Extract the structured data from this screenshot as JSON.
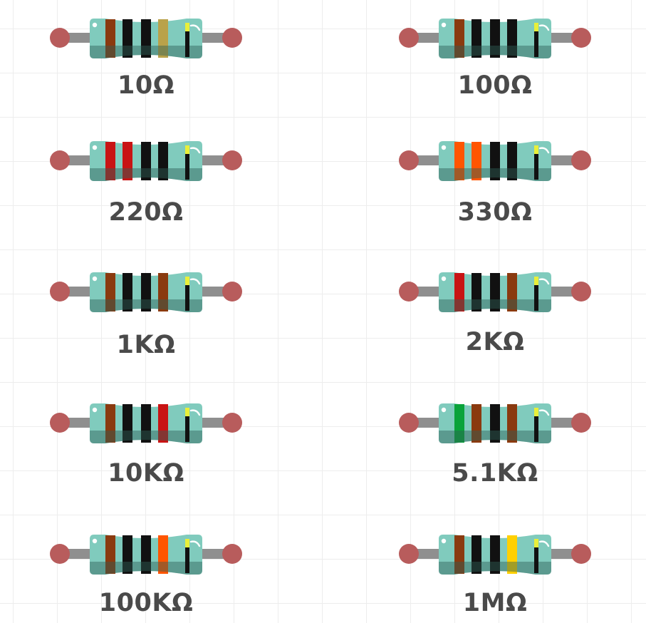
{
  "colors": {
    "lead": "#8f8f8f",
    "lead_tip": "#b85c5c",
    "body": "#80cbbd",
    "body_shadow": "#2f5f57",
    "highlight": "#ffffff",
    "tolerance_band_tip": "#e8ef3a"
  },
  "resistors": [
    {
      "label": "10Ω",
      "bands": [
        "#8a3a0f",
        "#111111",
        "#111111",
        "#b9a24a"
      ]
    },
    {
      "label": "100Ω",
      "bands": [
        "#8a3a0f",
        "#111111",
        "#111111",
        "#111111"
      ]
    },
    {
      "label": "220Ω",
      "bands": [
        "#c81414",
        "#c81414",
        "#111111",
        "#111111"
      ]
    },
    {
      "label": "330Ω",
      "bands": [
        "#ff5500",
        "#ff5500",
        "#111111",
        "#111111"
      ]
    },
    {
      "label": "1KΩ",
      "bands": [
        "#8a3a0f",
        "#111111",
        "#111111",
        "#8a3a0f"
      ]
    },
    {
      "label": "2KΩ",
      "bands": [
        "#c81414",
        "#111111",
        "#111111",
        "#8a3a0f"
      ]
    },
    {
      "label": "10KΩ",
      "bands": [
        "#8a3a0f",
        "#111111",
        "#111111",
        "#c81414"
      ]
    },
    {
      "label": "5.1KΩ",
      "bands": [
        "#0aa33a",
        "#8a3a0f",
        "#111111",
        "#8a3a0f"
      ]
    },
    {
      "label": "100KΩ",
      "bands": [
        "#8a3a0f",
        "#111111",
        "#111111",
        "#ff5500"
      ]
    },
    {
      "label": "1MΩ",
      "bands": [
        "#8a3a0f",
        "#111111",
        "#111111",
        "#ffd000"
      ]
    }
  ]
}
